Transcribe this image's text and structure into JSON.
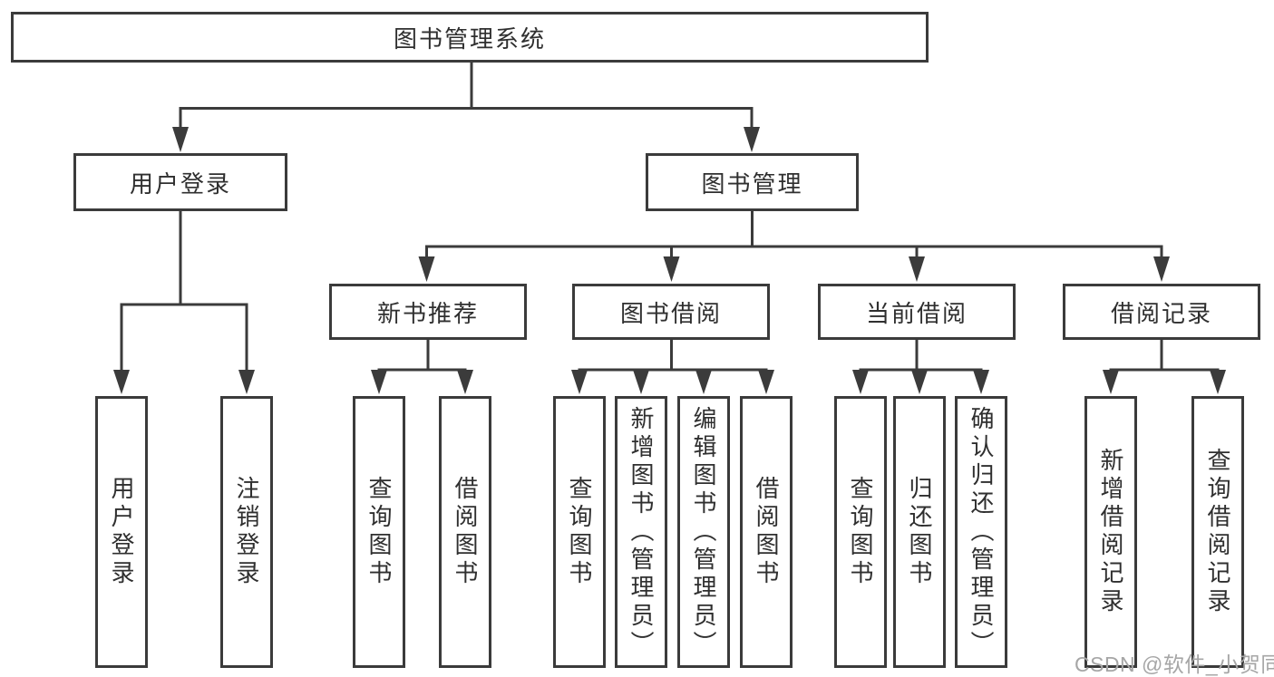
{
  "tree": {
    "label": "图书管理系统",
    "children": [
      {
        "label": "用户登录",
        "children": [
          {
            "label": "用户登录"
          },
          {
            "label": "注销登录"
          }
        ]
      },
      {
        "label": "图书管理",
        "children": [
          {
            "label": "新书推荐",
            "children": [
              {
                "label": "查询图书"
              },
              {
                "label": "借阅图书"
              }
            ]
          },
          {
            "label": "图书借阅",
            "children": [
              {
                "label": "查询图书"
              },
              {
                "label": "新增图书（管理员）"
              },
              {
                "label": "编辑图书（管理员）"
              },
              {
                "label": "借阅图书"
              }
            ]
          },
          {
            "label": "当前借阅",
            "children": [
              {
                "label": "查询图书"
              },
              {
                "label": "归还图书"
              },
              {
                "label": "确认归还（管理员）"
              }
            ]
          },
          {
            "label": "借阅记录",
            "children": [
              {
                "label": "新增借阅记录"
              },
              {
                "label": "查询借阅记录"
              }
            ]
          }
        ]
      }
    ]
  },
  "watermark": "CSDN @软件_小贺同学",
  "colors": {
    "line": "#3b3b3b",
    "background": "#ffffff",
    "watermark_text": "#a6a6a6"
  }
}
